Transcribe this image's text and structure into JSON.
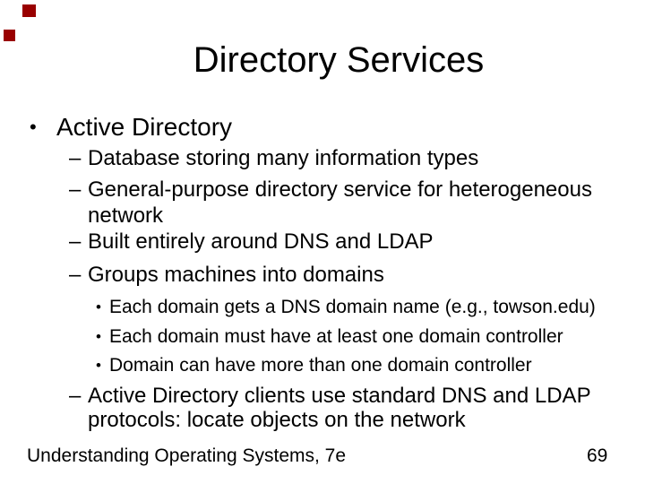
{
  "slide": {
    "title": "Directory Services",
    "decorations": {
      "square_color": "#990000"
    },
    "bullets": [
      {
        "level": 1,
        "marker": "•",
        "text": "Active Directory"
      },
      {
        "level": 2,
        "marker": "–",
        "text": "Database storing many information types"
      },
      {
        "level": 2,
        "marker": "–",
        "text": "General-purpose directory service for heterogeneous\nnetwork"
      },
      {
        "level": 2,
        "marker": "–",
        "text": "Built entirely around DNS and LDAP"
      },
      {
        "level": 2,
        "marker": "–",
        "text": "Groups machines into domains"
      },
      {
        "level": 3,
        "marker": "•",
        "text": "Each domain gets a DNS domain name (e.g., towson.edu)"
      },
      {
        "level": 3,
        "marker": "•",
        "text": "Each domain must have at least one domain controller"
      },
      {
        "level": 3,
        "marker": "•",
        "text": "Domain can have more than one domain controller"
      },
      {
        "level": 2,
        "marker": "–",
        "text": "Active Directory clients use standard DNS and LDAP\nprotocols: locate objects on the network"
      }
    ],
    "footer": {
      "left": "Understanding Operating Systems, 7e",
      "page_number": "69"
    }
  }
}
